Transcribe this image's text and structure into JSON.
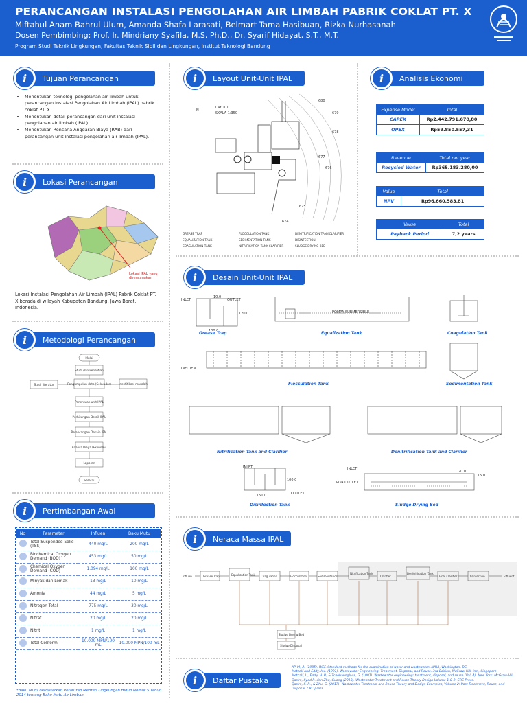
{
  "header": {
    "title": "PERANCANGAN INSTALASI PENGOLAHAN AIR LIMBAH PABRIK COKLAT PT. X",
    "authors": "Miftahul Anam Bahrul Ulum, Amanda Shafa Larasati, Belmart Tama Hasibuan, Rizka Nurhasanah",
    "supervisors": "Dosen Pembimbing: Prof. Ir. Mindriany Syafila, M.S, Ph.D., Dr. Syarif Hidayat, S.T., M.T.",
    "affiliation": "Program Studi Teknik Lingkungan, Fakultas Teknik Sipil dan Lingkungan, Institut Teknologi Bandung"
  },
  "sections": {
    "tujuan": "Tujuan Perancangan",
    "lokasi": "Lokasi Perancangan",
    "metodologi": "Metodologi Perancangan",
    "pertimbangan": "Pertimbangan Awal",
    "layout": "Layout Unit-Unit IPAL",
    "desain": "Desain Unit-Unit IPAL",
    "neraca": "Neraca Massa IPAL",
    "ekonomi": "Analisis Ekonomi",
    "pustaka": "Daftar Pustaka"
  },
  "goals": [
    "Menentukan teknologi pengolahan air limbah untuk perancangan Instalasi Pengolahan Air Limbah (IPAL) pabrik coklat PT. X.",
    "Menentukan detail perancangan dari unit instalasi pengolahan air limbah (IPAL).",
    "Menentukan Rencana Anggaran Biaya (RAB) dari perancangan unit instalasi pengolahan air limbah (IPAL)."
  ],
  "location_caption": "Lokasi Instalasi Pengolahan Air Limbah (IPAL) Pabrik Coklat PT. X berada di wilayah Kabupaten Bandung, Jawa Barat, Indonesia.",
  "map_note": "Lokasi IPAL yang direncanakan",
  "flow_steps": [
    "Mulai",
    "Studi dan Penelitian",
    "Studi literatur",
    "Pengumpulan data (Sekunder)",
    "Identifikasi masalah",
    "Penentuan unit IPAL",
    "Perhitungan Detail IPAL",
    "Perancangan Desain IPAL",
    "Analisa Biaya (Ekonomi)",
    "Laporan",
    "Selesai"
  ],
  "param_table": {
    "headers": [
      "No",
      "Parameter",
      "Influen",
      "Baku Mutu"
    ],
    "rows": [
      [
        "Total Suspended Solid (TSS)",
        "440 mg/L",
        "200 mg/L"
      ],
      [
        "Biochemical Oxygen Demand (BOD)",
        "453 mg/L",
        "50 mg/L"
      ],
      [
        "Chemical Oxygen Demand (COD)",
        "1.094 mg/L",
        "100 mg/L"
      ],
      [
        "Minyak dan Lemak",
        "13 mg/L",
        "10 mg/L"
      ],
      [
        "Amonia",
        "44 mg/L",
        "5 mg/L"
      ],
      [
        "Nitrogen Total",
        "775 mg/L",
        "30 mg/L"
      ],
      [
        "Nitrat",
        "20 mg/L",
        "20 mg/L"
      ],
      [
        "Nitrit",
        "1 mg/L",
        "1 mg/L"
      ],
      [
        "Total Coliform",
        "10.000 MPN/100 mL",
        "10.000 MPN/100 mL"
      ]
    ],
    "footnote": "*Baku Mutu berdasarkan Peraturan Menteri Lingkungan Hidup Nomor 5 Tahun 2014 tentang Baku Mutu Air Limbah"
  },
  "layout_legend": [
    "GREASE TRAP",
    "EQUALIZATION TANK",
    "COAGULATION TANK",
    "FLOCCULATION TANK",
    "SEDIMENTATION TANK",
    "NITRIFICATION TANK-CLARIFIER",
    "DENITRIFICATION TANK-CLARIFIER",
    "DISINFECTION",
    "SLUDGE DRYING BED"
  ],
  "layout_labels": {
    "layout": "LAYOUT",
    "scale": "SKALA 1:350",
    "contours": [
      "680",
      "679",
      "678",
      "677",
      "676",
      "675",
      "674"
    ]
  },
  "design_units": [
    "Grease Trap",
    "Equalization Tank",
    "Coagulation Tank",
    "Flocculation Tank",
    "Sedimentation Tank",
    "Nitrification Tank and Clarifier",
    "Denitrification Tank and Clarifier",
    "Disinfection Tank",
    "Sludge Drying Bed"
  ],
  "design_labels": {
    "inlet": "INLET",
    "outlet": "OUTLET",
    "influen": "INFLUEN",
    "pipa_outlet": "PIPA OUTLET",
    "dims": [
      "10.0",
      "120.0",
      "130.0",
      "100.0",
      "150.0",
      "20.0",
      "15.0"
    ],
    "pompa": "POMPA SUBMERSIBLE"
  },
  "mass_balance": [
    "Influen",
    "Grease Trap",
    "Equalization Tank",
    "Coagulation",
    "Flocculation",
    "Sedimentation",
    "Nitrification Tank",
    "Clarifier",
    "Denitrification Tank",
    "Final Clarifier",
    "Disinfection",
    "Effluent",
    "Sludge Drying Bed",
    "Sludge Disposal"
  ],
  "economics": {
    "t1": {
      "headers": [
        "Expense Model",
        "Total"
      ],
      "rows": [
        [
          "CAPEX",
          "Rp2.442.791.670,80"
        ],
        [
          "OPEX",
          "Rp59.850.557,31"
        ]
      ]
    },
    "t2": {
      "headers": [
        "Revenue",
        "Total per year"
      ],
      "rows": [
        [
          "Recycled Water",
          "Rp365.183.280,00"
        ]
      ]
    },
    "t3": {
      "headers": [
        "Value",
        "Total"
      ],
      "rows": [
        [
          "NPV",
          "Rp96.660.583,81"
        ]
      ]
    },
    "t4": {
      "headers": [
        "Value",
        "Total"
      ],
      "rows": [
        [
          "Payback Period",
          "7,2 years"
        ]
      ]
    }
  },
  "references": [
    "APHA, A. (1985). WEF. Standard methods for the examination of water and wastewater. APHA, Washington, DC.",
    "Metcalf and Eddy, Inc. (1991). Wastewater Engineering: Treatment, Disposal, and Reuse. 3rd Edition, McGraw-Hill, Inc., Singapore.",
    "Metcalf, L., Eddy, H. P., & Tchobanoglous, G. (1991). Wastewater engineering: treatment, disposal, and reuse (Vol. 4). New York: McGraw-Hill.",
    "Qasim, Syed R. dan Zhu, Guang (2018). Wastewater Treatment and Reuse Theory Design Volume 1 & 2. CRC Press.",
    "Qasim, S. R., & Zhu, G. (2017). Wastewater Treatment and Reuse Theory and Design Examples, Volume 2: Post-Treatment, Reuse, and Disposal. CRC press."
  ],
  "colors": {
    "primary": "#1b5fcf"
  }
}
